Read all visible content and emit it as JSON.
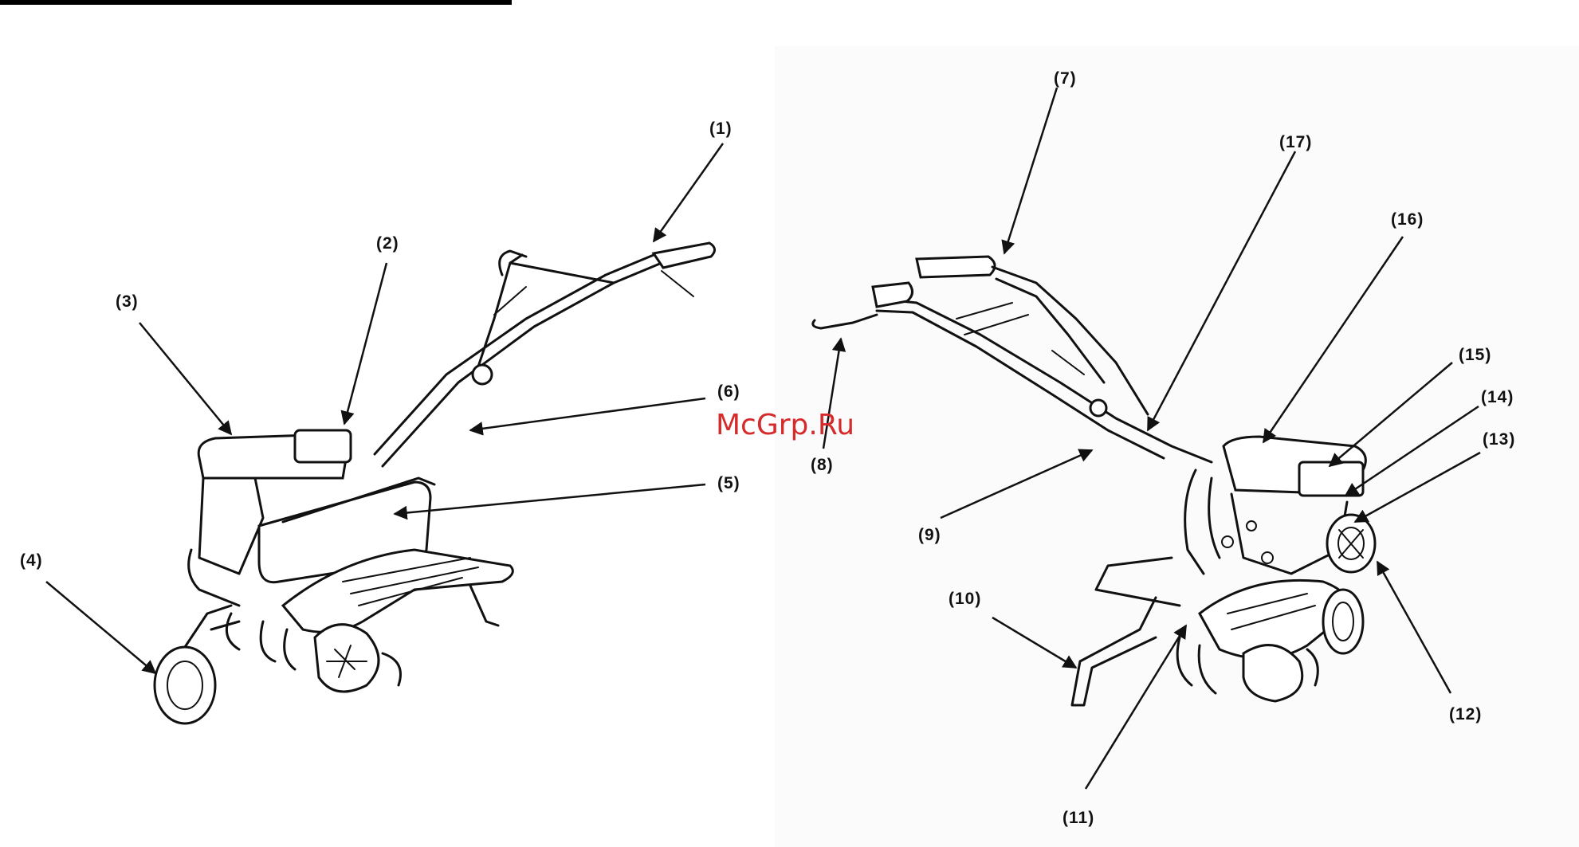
{
  "watermark": "McGrp.Ru",
  "left_figure": {
    "callouts": [
      "(1)",
      "(2)",
      "(3)",
      "(4)",
      "(5)",
      "(6)"
    ]
  },
  "right_figure": {
    "callouts": [
      "(7)",
      "(8)",
      "(9)",
      "(10)",
      "(11)",
      "(12)",
      "(13)",
      "(14)",
      "(15)",
      "(16)",
      "(17)"
    ]
  }
}
